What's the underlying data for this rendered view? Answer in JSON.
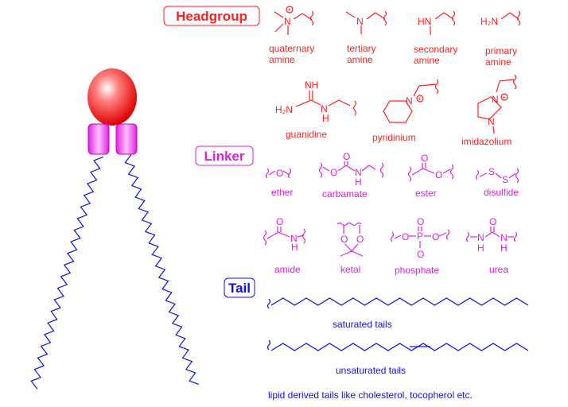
{
  "sections": {
    "headgroup": "Headgroup",
    "linker": "Linker",
    "tail": "Tail"
  },
  "headgroups": [
    {
      "line1": "quaternary",
      "line2": "amine"
    },
    {
      "line1": "tertiary",
      "line2": "amine"
    },
    {
      "line1": "secondary",
      "line2": "amine"
    },
    {
      "line1": "primary",
      "line2": "amine"
    },
    {
      "line1": "guanidine"
    },
    {
      "line1": "pyridinium"
    },
    {
      "line1": "imidazolium"
    }
  ],
  "linkers": [
    "ether",
    "carbamate",
    "ester",
    "disulfide",
    "amide",
    "ketal",
    "phosphate",
    "urea"
  ],
  "tails": [
    "saturated tails",
    "unsaturated tails",
    "lipid derived tails like cholesterol, tocopherol etc."
  ],
  "atoms": {
    "N": "N",
    "HN": "HN",
    "H2N": "H₂N",
    "NH": "NH",
    "H": "H",
    "O": "O",
    "S": "S",
    "P": "P",
    "plus": "+"
  },
  "colors": {
    "headgroup": "#ff2020",
    "linker": "#e020e0",
    "tail": "#1010e0"
  }
}
